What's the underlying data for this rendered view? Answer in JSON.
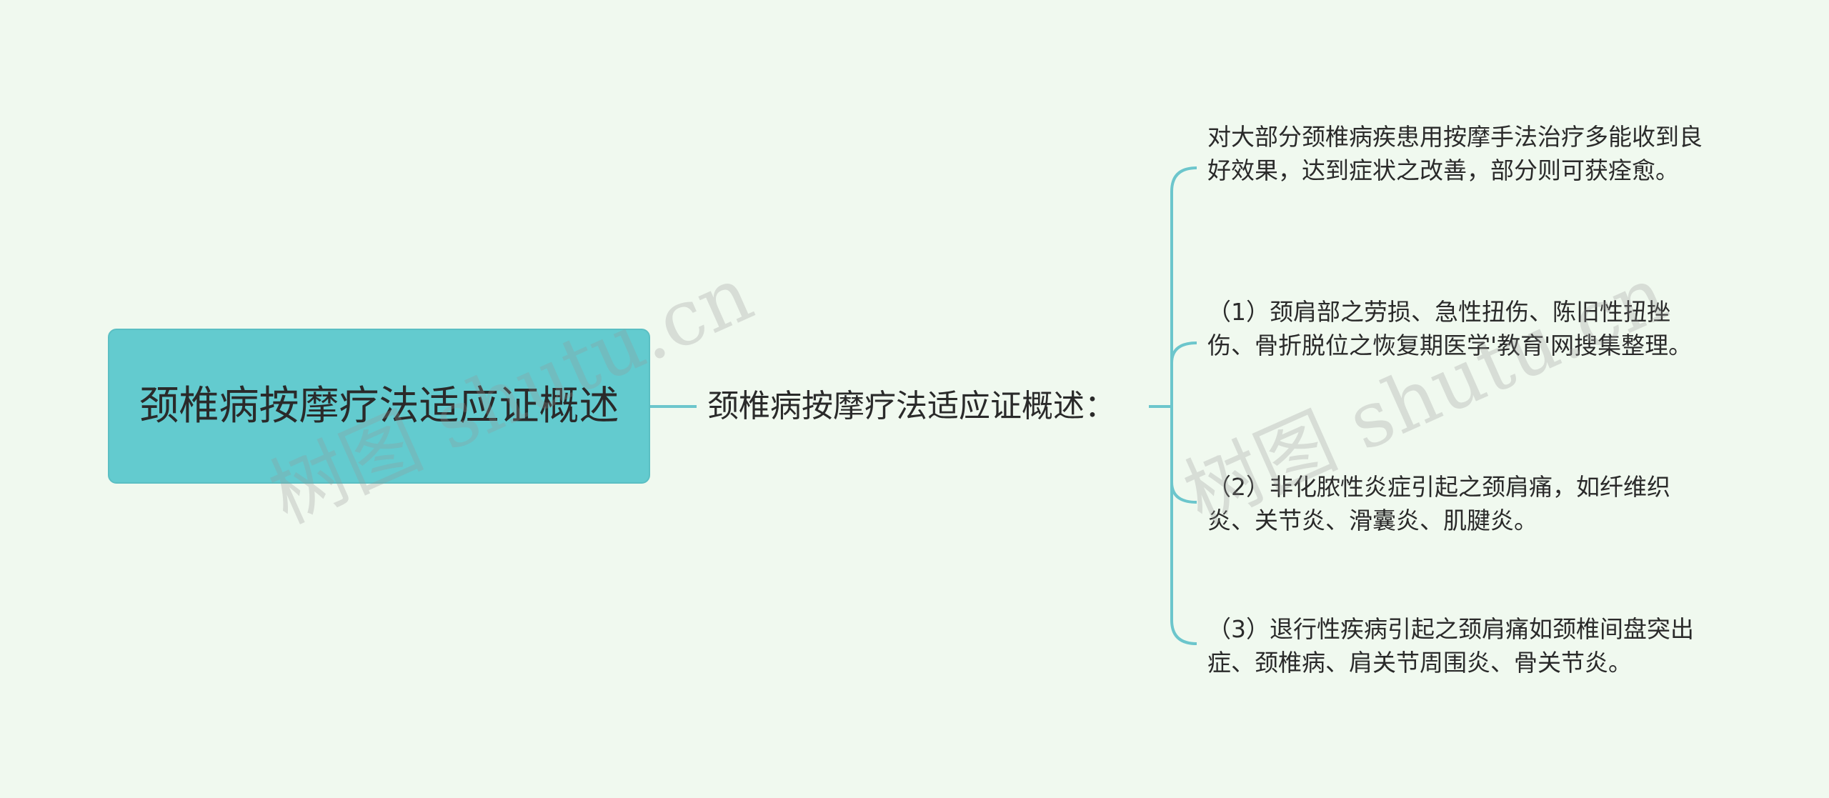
{
  "root": {
    "label": "颈椎病按摩疗法适应证概述"
  },
  "mid": {
    "label": "颈椎病按摩疗法适应证概述："
  },
  "leaves": [
    {
      "text": "对大部分颈椎病疾患用按摩手法治疗多能收到良好效果，达到症状之改善，部分则可获痊愈。"
    },
    {
      "text": "（1）颈肩部之劳损、急性扭伤、陈旧性扭挫伤、骨折脱位之恢复期医学'教育'网搜集整理。"
    },
    {
      "text": "（2）非化脓性炎症引起之颈肩痛，如纤维织炎、关节炎、滑囊炎、肌腱炎。"
    },
    {
      "text": "（3）退行性疾病引起之颈肩痛如颈椎间盘突出症、颈椎病、肩关节周围炎、骨关节炎。"
    }
  ],
  "watermarks": [
    {
      "text": "树图 shutu.cn"
    },
    {
      "text": "树图 shutu.cn"
    }
  ],
  "colors": {
    "background": "#f0f9ef",
    "node_fill": "#63cbcf",
    "connector": "#6cc6cc",
    "text": "#2a2a2a"
  }
}
